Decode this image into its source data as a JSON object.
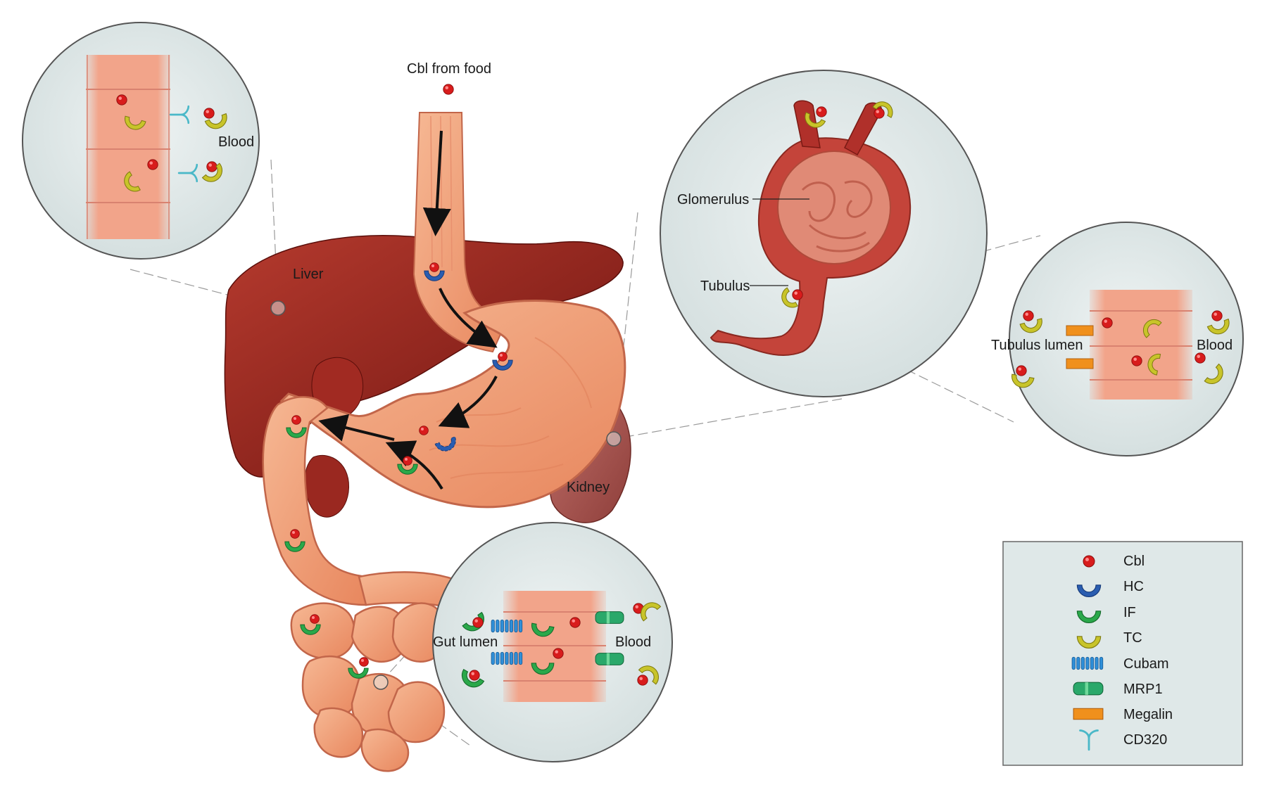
{
  "labels": {
    "cbl_from_food": "Cbl from food",
    "liver": "Liver",
    "kidney": "Kidney",
    "blood_liver": "Blood",
    "glomerulus": "Glomerulus",
    "tubulus": "Tubulus",
    "tubulus_lumen": "Tubulus lumen",
    "blood_kidney": "Blood",
    "gut_lumen": "Gut lumen",
    "blood_gut": "Blood"
  },
  "legend": {
    "items": [
      {
        "label": "Cbl",
        "icon": "cbl-icon"
      },
      {
        "label": "HC",
        "icon": "hc-icon"
      },
      {
        "label": "IF",
        "icon": "if-icon"
      },
      {
        "label": "TC",
        "icon": "tc-icon"
      },
      {
        "label": "Cubam",
        "icon": "cubam-icon"
      },
      {
        "label": "MRP1",
        "icon": "mrp1-icon"
      },
      {
        "label": "Megalin",
        "icon": "megalin-icon"
      },
      {
        "label": "CD320",
        "icon": "cd320-icon"
      }
    ]
  },
  "colors": {
    "cbl": "#d81c1c",
    "hc": "#2a5db0",
    "if": "#2aa84a",
    "tc": "#c8c42a",
    "cubam": "#2f8fd8",
    "mrp1": "#2aa86a",
    "megalin": "#f0901c",
    "cd320": "#4ab8c8",
    "liver": "#8e1e18",
    "gut": "#f0a07c",
    "zoom_bg": "#dfe8e8"
  }
}
